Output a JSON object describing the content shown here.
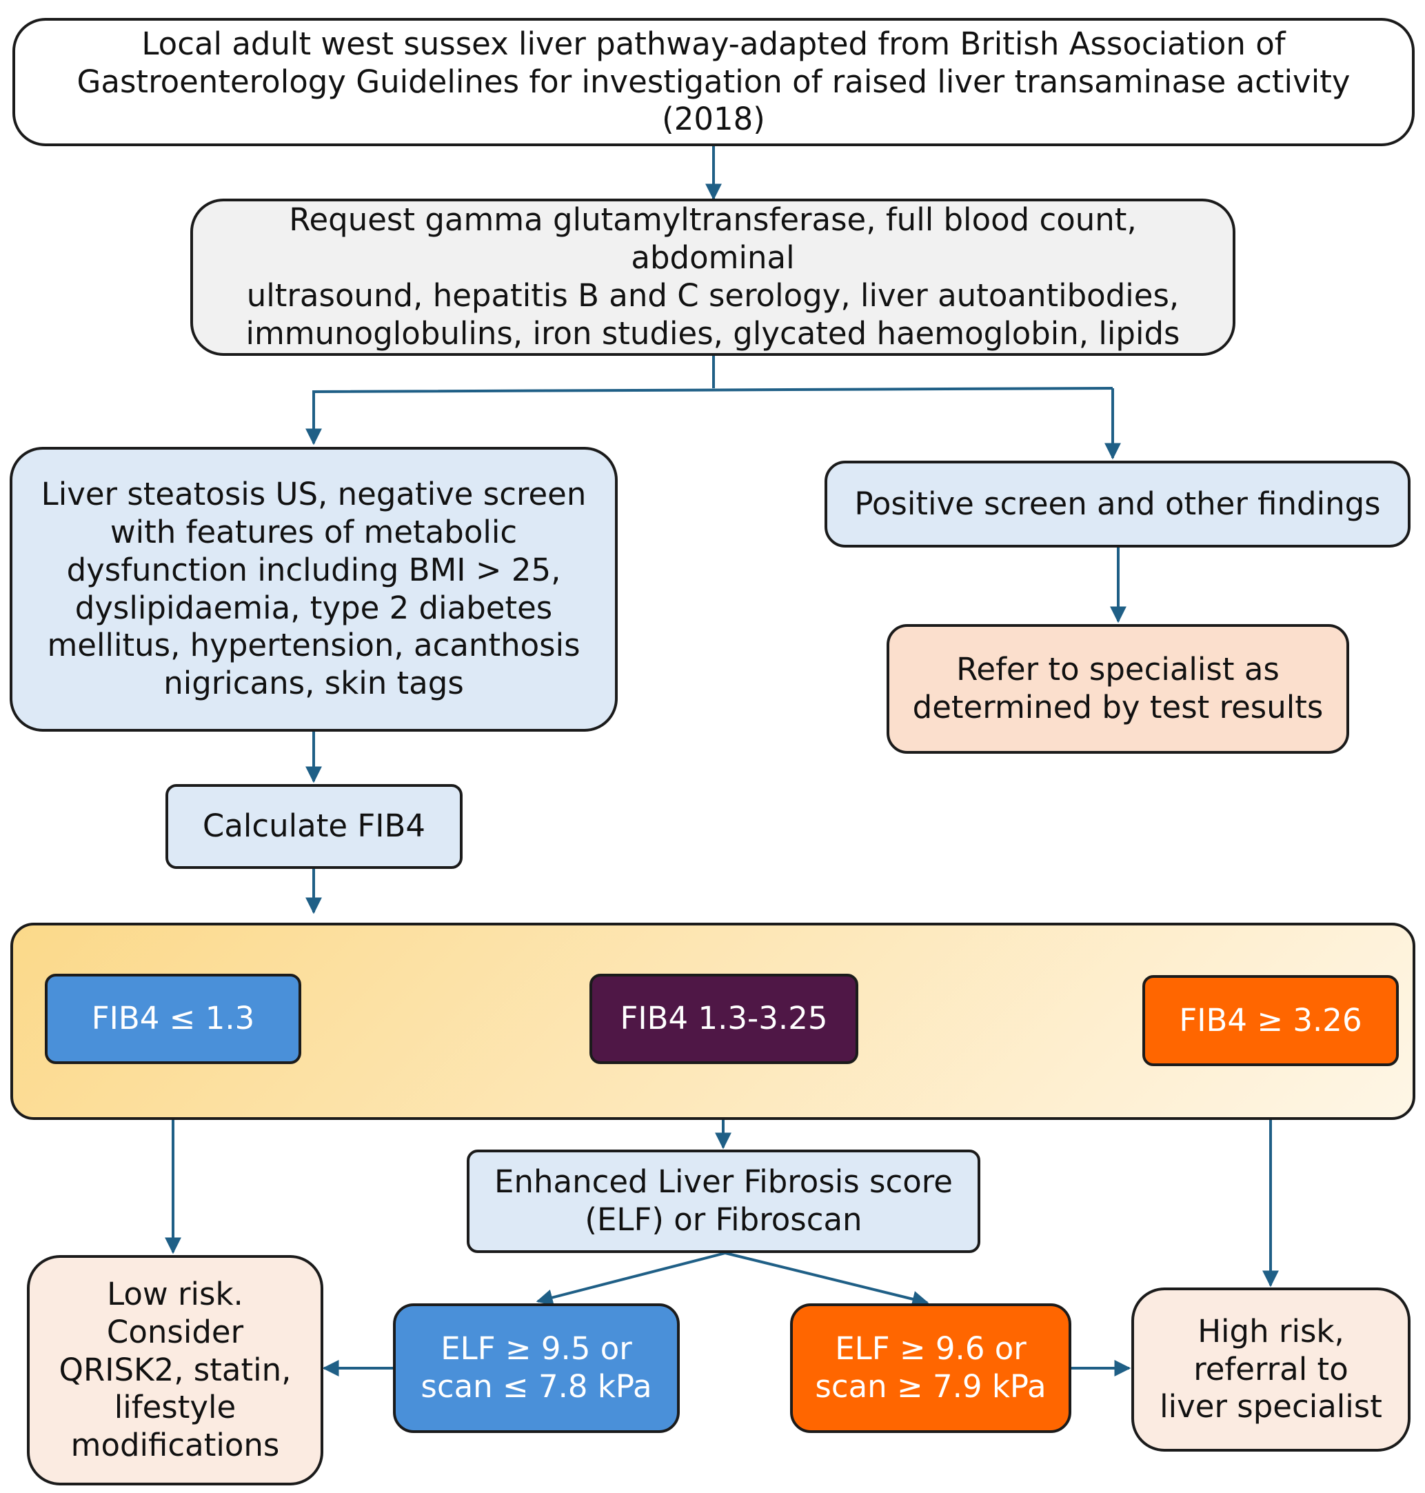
{
  "nodes": {
    "title": "Local adult west sussex liver pathway-adapted from British Association of\nGastroenterology Guidelines for investigation of raised liver transaminase activity (2018)",
    "request": "Request gamma glutamyltransferase, full blood count, abdominal\nultrasound, hepatitis B and C serology, liver autoantibodies,\nimmunoglobulins, iron studies, glycated haemoglobin, lipids",
    "steatosis": "Liver steatosis US, negative screen\nwith features of metabolic\ndysfunction including BMI > 25,\ndyslipidaemia, type 2 diabetes\nmellitus, hypertension, acanthosis\nnigricans, skin tags",
    "positive": "Positive screen and other findings",
    "refer": "Refer to specialist as\ndetermined by test results",
    "calc": "Calculate FIB4",
    "fib_low": "FIB4 ≤ 1.3",
    "fib_mid": "FIB4 1.3-3.25",
    "fib_high": "FIB4 ≥ 3.26",
    "elf": "Enhanced Liver Fibrosis score\n(ELF) or Fibroscan",
    "low_risk": "Low risk.\nConsider\nQRISK2, statin,\nlifestyle\nmodifications",
    "elf_low": "ELF ≥ 9.5 or\nscan ≤ 7.8 kPa",
    "elf_high": "ELF ≥ 9.6 or\nscan ≥ 7.9 kPa",
    "high_risk": "High risk,\nreferral to\nliver specialist"
  },
  "colors": {
    "arrow": "#1f5f86",
    "fib_low": "#4a90d9",
    "fib_mid": "#4f1746",
    "fib_high": "#ff6600"
  }
}
